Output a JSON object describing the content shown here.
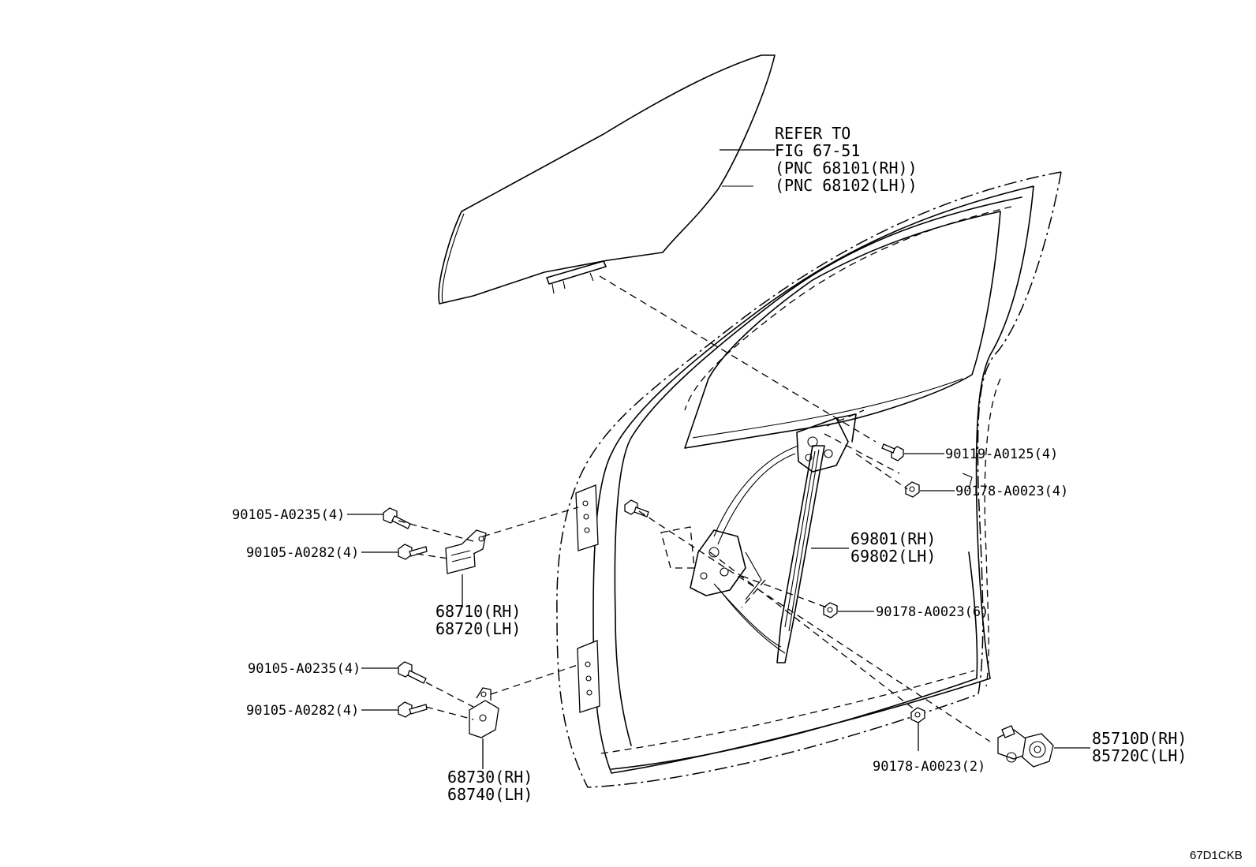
{
  "diagram": {
    "labels": {
      "refer": [
        "REFER TO",
        "FIG 67-51",
        "(PNC 68101(RH))",
        "(PNC 68102(LH))"
      ],
      "bolt_90119": "90119-A0125(4)",
      "nut_90178_top": "90178-A0023(4)",
      "regulator": [
        "69801(RH)",
        "69802(LH)"
      ],
      "nut_90178_mid": "90178-A0023(6)",
      "nut_90178_bottom": "90178-A0023(2)",
      "motor": [
        "85710D(RH)",
        "85720C(LH)"
      ],
      "upper_hinge_bolt_a": "90105-A0235(4)",
      "upper_hinge_bolt_b": "90105-A0282(4)",
      "upper_hinge": [
        "68710(RH)",
        "68720(LH)"
      ],
      "lower_hinge_bolt_a": "90105-A0235(4)",
      "lower_hinge_bolt_b": "90105-A0282(4)",
      "lower_hinge": [
        "68730(RH)",
        "68740(LH)"
      ]
    },
    "figure_code": "67D1CKB"
  }
}
